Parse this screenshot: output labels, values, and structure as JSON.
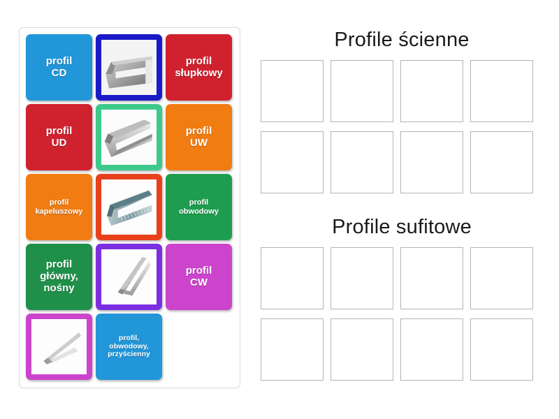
{
  "source_panel": {
    "name": "draggable-items",
    "tiles": [
      {
        "id": "profil-cd",
        "type": "text",
        "label": "profil\nCD",
        "bg": "#2196d9",
        "size": "md"
      },
      {
        "id": "u-profile-photo",
        "type": "image",
        "label": "",
        "border": "#1a1ac8",
        "icon": "u-profile-steel-beam"
      },
      {
        "id": "profil-slupkowy",
        "type": "text",
        "label": "profil\nsłupkowy",
        "bg": "#d0212e",
        "size": "md"
      },
      {
        "id": "profil-ud",
        "type": "text",
        "label": "profil\nUD",
        "bg": "#d0212e",
        "size": "md"
      },
      {
        "id": "c-profile-photo",
        "type": "image",
        "label": "",
        "border": "#3dc98a",
        "icon": "c-profile-steel-channel"
      },
      {
        "id": "profil-uw",
        "type": "text",
        "label": "profil\nUW",
        "bg": "#f07c12",
        "size": "md"
      },
      {
        "id": "profil-kapeluszowy",
        "type": "text",
        "label": "profil\nkapeluszowy",
        "bg": "#f07c12",
        "size": "sm"
      },
      {
        "id": "perforated-photo",
        "type": "image",
        "label": "",
        "border": "#e8401c",
        "icon": "perforated-c-profile"
      },
      {
        "id": "profil-obwodowy",
        "type": "text",
        "label": "profil\nobwodowy",
        "bg": "#1f9d4f",
        "size": "sm"
      },
      {
        "id": "profil-glowny",
        "type": "text",
        "label": "profil\ngłówny,\nnośny",
        "bg": "#1f8f4a",
        "size": "md"
      },
      {
        "id": "cw-profile-photo",
        "type": "image",
        "label": "",
        "border": "#7b2fe0",
        "icon": "cw-profile-steel-stud"
      },
      {
        "id": "profil-cw",
        "type": "text",
        "label": "profil\nCW",
        "bg": "#cc44cc",
        "size": "md"
      },
      {
        "id": "angle-profile-photo",
        "type": "image",
        "label": "",
        "border": "#cc44cc",
        "icon": "angle-profile-bracket"
      },
      {
        "id": "profil-przyscienny",
        "type": "text",
        "label": "profil,\nobwodowy,\nprzyścienny",
        "bg": "#2196d9",
        "size": "xs"
      },
      {
        "id": "empty-slot",
        "type": "empty",
        "label": ""
      }
    ]
  },
  "groups": [
    {
      "id": "wall-profiles",
      "title": "Profile ścienne",
      "zones": 8
    },
    {
      "id": "ceiling-profiles",
      "title": "Profile sufitowe",
      "zones": 8
    }
  ],
  "colors": {
    "panel_border": "#d9d9d9",
    "dropzone_border": "#b3b3b3",
    "heading_text": "#1a1a1a",
    "tile_text": "#ffffff",
    "background": "#ffffff"
  }
}
